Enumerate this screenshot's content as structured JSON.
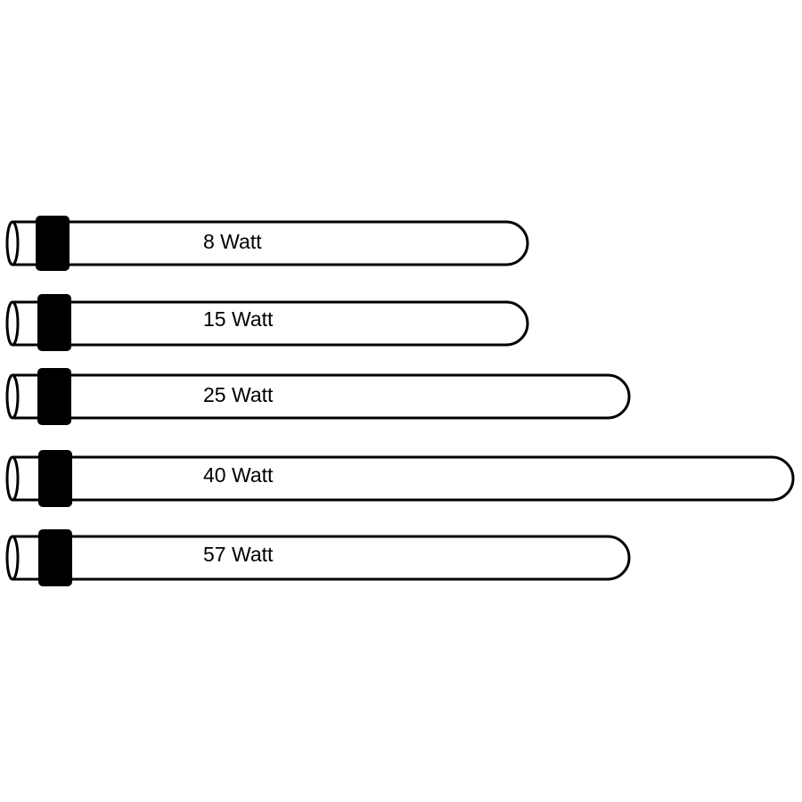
{
  "lamps": [
    {
      "label": "8 Watt"
    },
    {
      "label": "15 Watt"
    },
    {
      "label": "25 Watt"
    },
    {
      "label": "40 Watt"
    },
    {
      "label": "57 Watt"
    }
  ],
  "colors": {
    "outline": "#000000",
    "band": "#000000",
    "tube_fill": "#ffffff"
  }
}
